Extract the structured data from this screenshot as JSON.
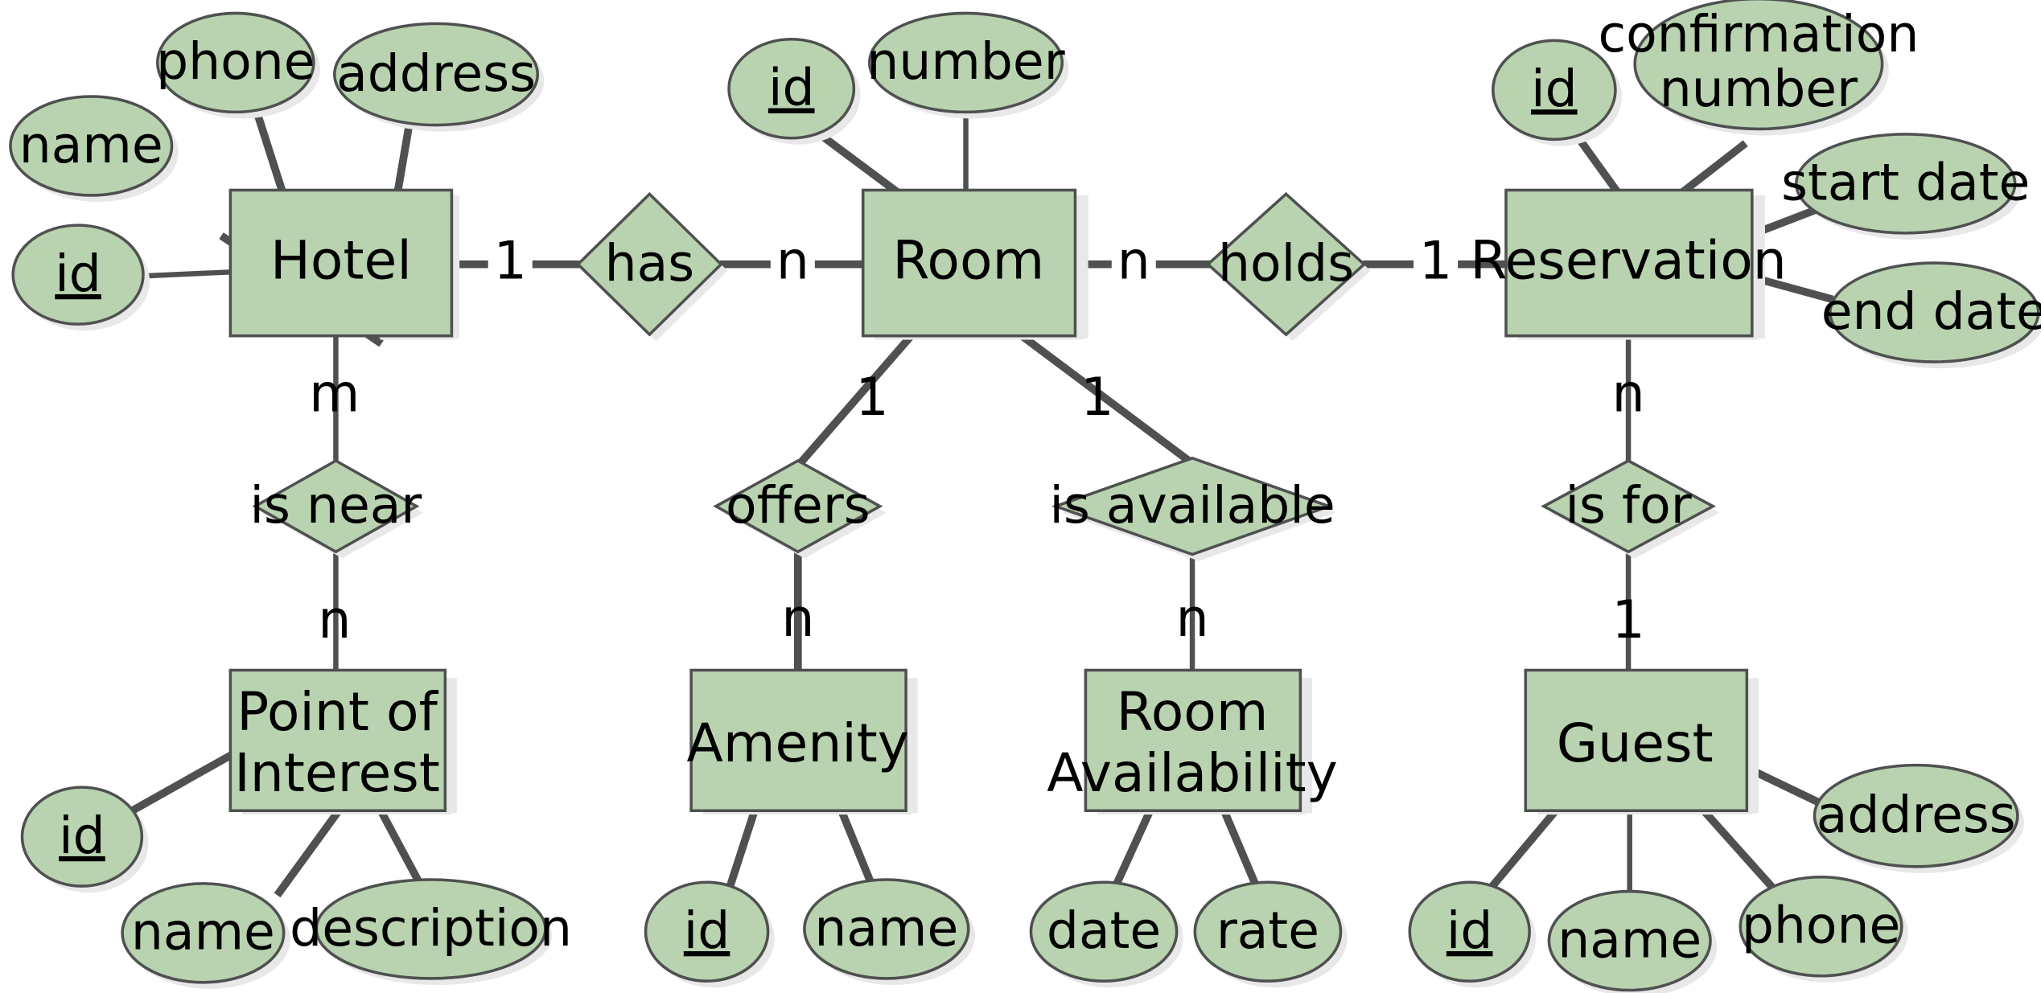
{
  "diagram": {
    "title": "Hotel Reservation ER Diagram",
    "type": "entity-relationship-diagram",
    "notation": "Chen",
    "colors": {
      "shape_fill": "#b9d3b0",
      "shape_stroke": "#4f5050",
      "connector": "#4f5050",
      "shadow": "#e8e8e8",
      "background": "#ffffff",
      "text": "#000000"
    },
    "legend": {
      "entity_shape": "rectangle",
      "relationship_shape": "diamond",
      "attribute_shape": "ellipse",
      "key_attribute_style": "underlined"
    }
  },
  "entities": [
    {
      "id": "hotel",
      "label": "Hotel"
    },
    {
      "id": "room",
      "label": "Room"
    },
    {
      "id": "reservation",
      "label": "Reservation"
    },
    {
      "id": "poi",
      "label": "Point of\nInterest",
      "line1": "Point of",
      "line2": "Interest"
    },
    {
      "id": "amenity",
      "label": "Amenity"
    },
    {
      "id": "roomavail",
      "label": "Room\nAvailability",
      "line1": "Room",
      "line2": "Availability"
    },
    {
      "id": "guest",
      "label": "Guest"
    }
  ],
  "relationships": [
    {
      "id": "has",
      "label": "has"
    },
    {
      "id": "holds",
      "label": "holds"
    },
    {
      "id": "isnear",
      "label": "is near"
    },
    {
      "id": "offers",
      "label": "offers"
    },
    {
      "id": "isavailable",
      "label": "is available"
    },
    {
      "id": "isfor",
      "label": "is for"
    }
  ],
  "attributes": [
    {
      "id": "hotel_name",
      "owner": "hotel",
      "label": "name",
      "key": false
    },
    {
      "id": "hotel_phone",
      "owner": "hotel",
      "label": "phone",
      "key": false
    },
    {
      "id": "hotel_address",
      "owner": "hotel",
      "label": "address",
      "key": false
    },
    {
      "id": "hotel_id",
      "owner": "hotel",
      "label": "id",
      "key": true
    },
    {
      "id": "room_id",
      "owner": "room",
      "label": "id",
      "key": true
    },
    {
      "id": "room_number",
      "owner": "room",
      "label": "number",
      "key": false
    },
    {
      "id": "res_id",
      "owner": "reservation",
      "label": "id",
      "key": true
    },
    {
      "id": "res_conf",
      "owner": "reservation",
      "label": "confirmation number",
      "line1": "confirmation",
      "line2": "number",
      "key": false
    },
    {
      "id": "res_start",
      "owner": "reservation",
      "label": "start date",
      "key": false
    },
    {
      "id": "res_end",
      "owner": "reservation",
      "label": "end date",
      "key": false
    },
    {
      "id": "poi_id",
      "owner": "poi",
      "label": "id",
      "key": true
    },
    {
      "id": "poi_name",
      "owner": "poi",
      "label": "name",
      "key": false
    },
    {
      "id": "poi_desc",
      "owner": "poi",
      "label": "description",
      "key": false
    },
    {
      "id": "amen_id",
      "owner": "amenity",
      "label": "id",
      "key": true
    },
    {
      "id": "amen_name",
      "owner": "amenity",
      "label": "name",
      "key": false
    },
    {
      "id": "ra_date",
      "owner": "roomavail",
      "label": "date",
      "key": false
    },
    {
      "id": "ra_rate",
      "owner": "roomavail",
      "label": "rate",
      "key": false
    },
    {
      "id": "guest_id",
      "owner": "guest",
      "label": "id",
      "key": true
    },
    {
      "id": "guest_name",
      "owner": "guest",
      "label": "name",
      "key": false
    },
    {
      "id": "guest_phone",
      "owner": "guest",
      "label": "phone",
      "key": false
    },
    {
      "id": "guest_address",
      "owner": "guest",
      "label": "address",
      "key": false
    }
  ],
  "cardinalities": [
    {
      "id": "card_hotel_has",
      "value": "1",
      "from": "hotel",
      "to": "has"
    },
    {
      "id": "card_has_room",
      "value": "n",
      "from": "has",
      "to": "room"
    },
    {
      "id": "card_room_holds",
      "value": "n",
      "from": "room",
      "to": "holds"
    },
    {
      "id": "card_holds_res",
      "value": "1",
      "from": "holds",
      "to": "reservation"
    },
    {
      "id": "card_hotel_isnear",
      "value": "m",
      "from": "hotel",
      "to": "isnear"
    },
    {
      "id": "card_isnear_poi",
      "value": "n",
      "from": "isnear",
      "to": "poi"
    },
    {
      "id": "card_room_offers",
      "value": "1",
      "from": "room",
      "to": "offers"
    },
    {
      "id": "card_offers_amenity",
      "value": "n",
      "from": "offers",
      "to": "amenity"
    },
    {
      "id": "card_room_isavail",
      "value": "1",
      "from": "room",
      "to": "isavailable"
    },
    {
      "id": "card_isavail_ra",
      "value": "n",
      "from": "isavailable",
      "to": "roomavail"
    },
    {
      "id": "card_res_isfor",
      "value": "n",
      "from": "reservation",
      "to": "isfor"
    },
    {
      "id": "card_isfor_guest",
      "value": "1",
      "from": "isfor",
      "to": "guest"
    }
  ]
}
